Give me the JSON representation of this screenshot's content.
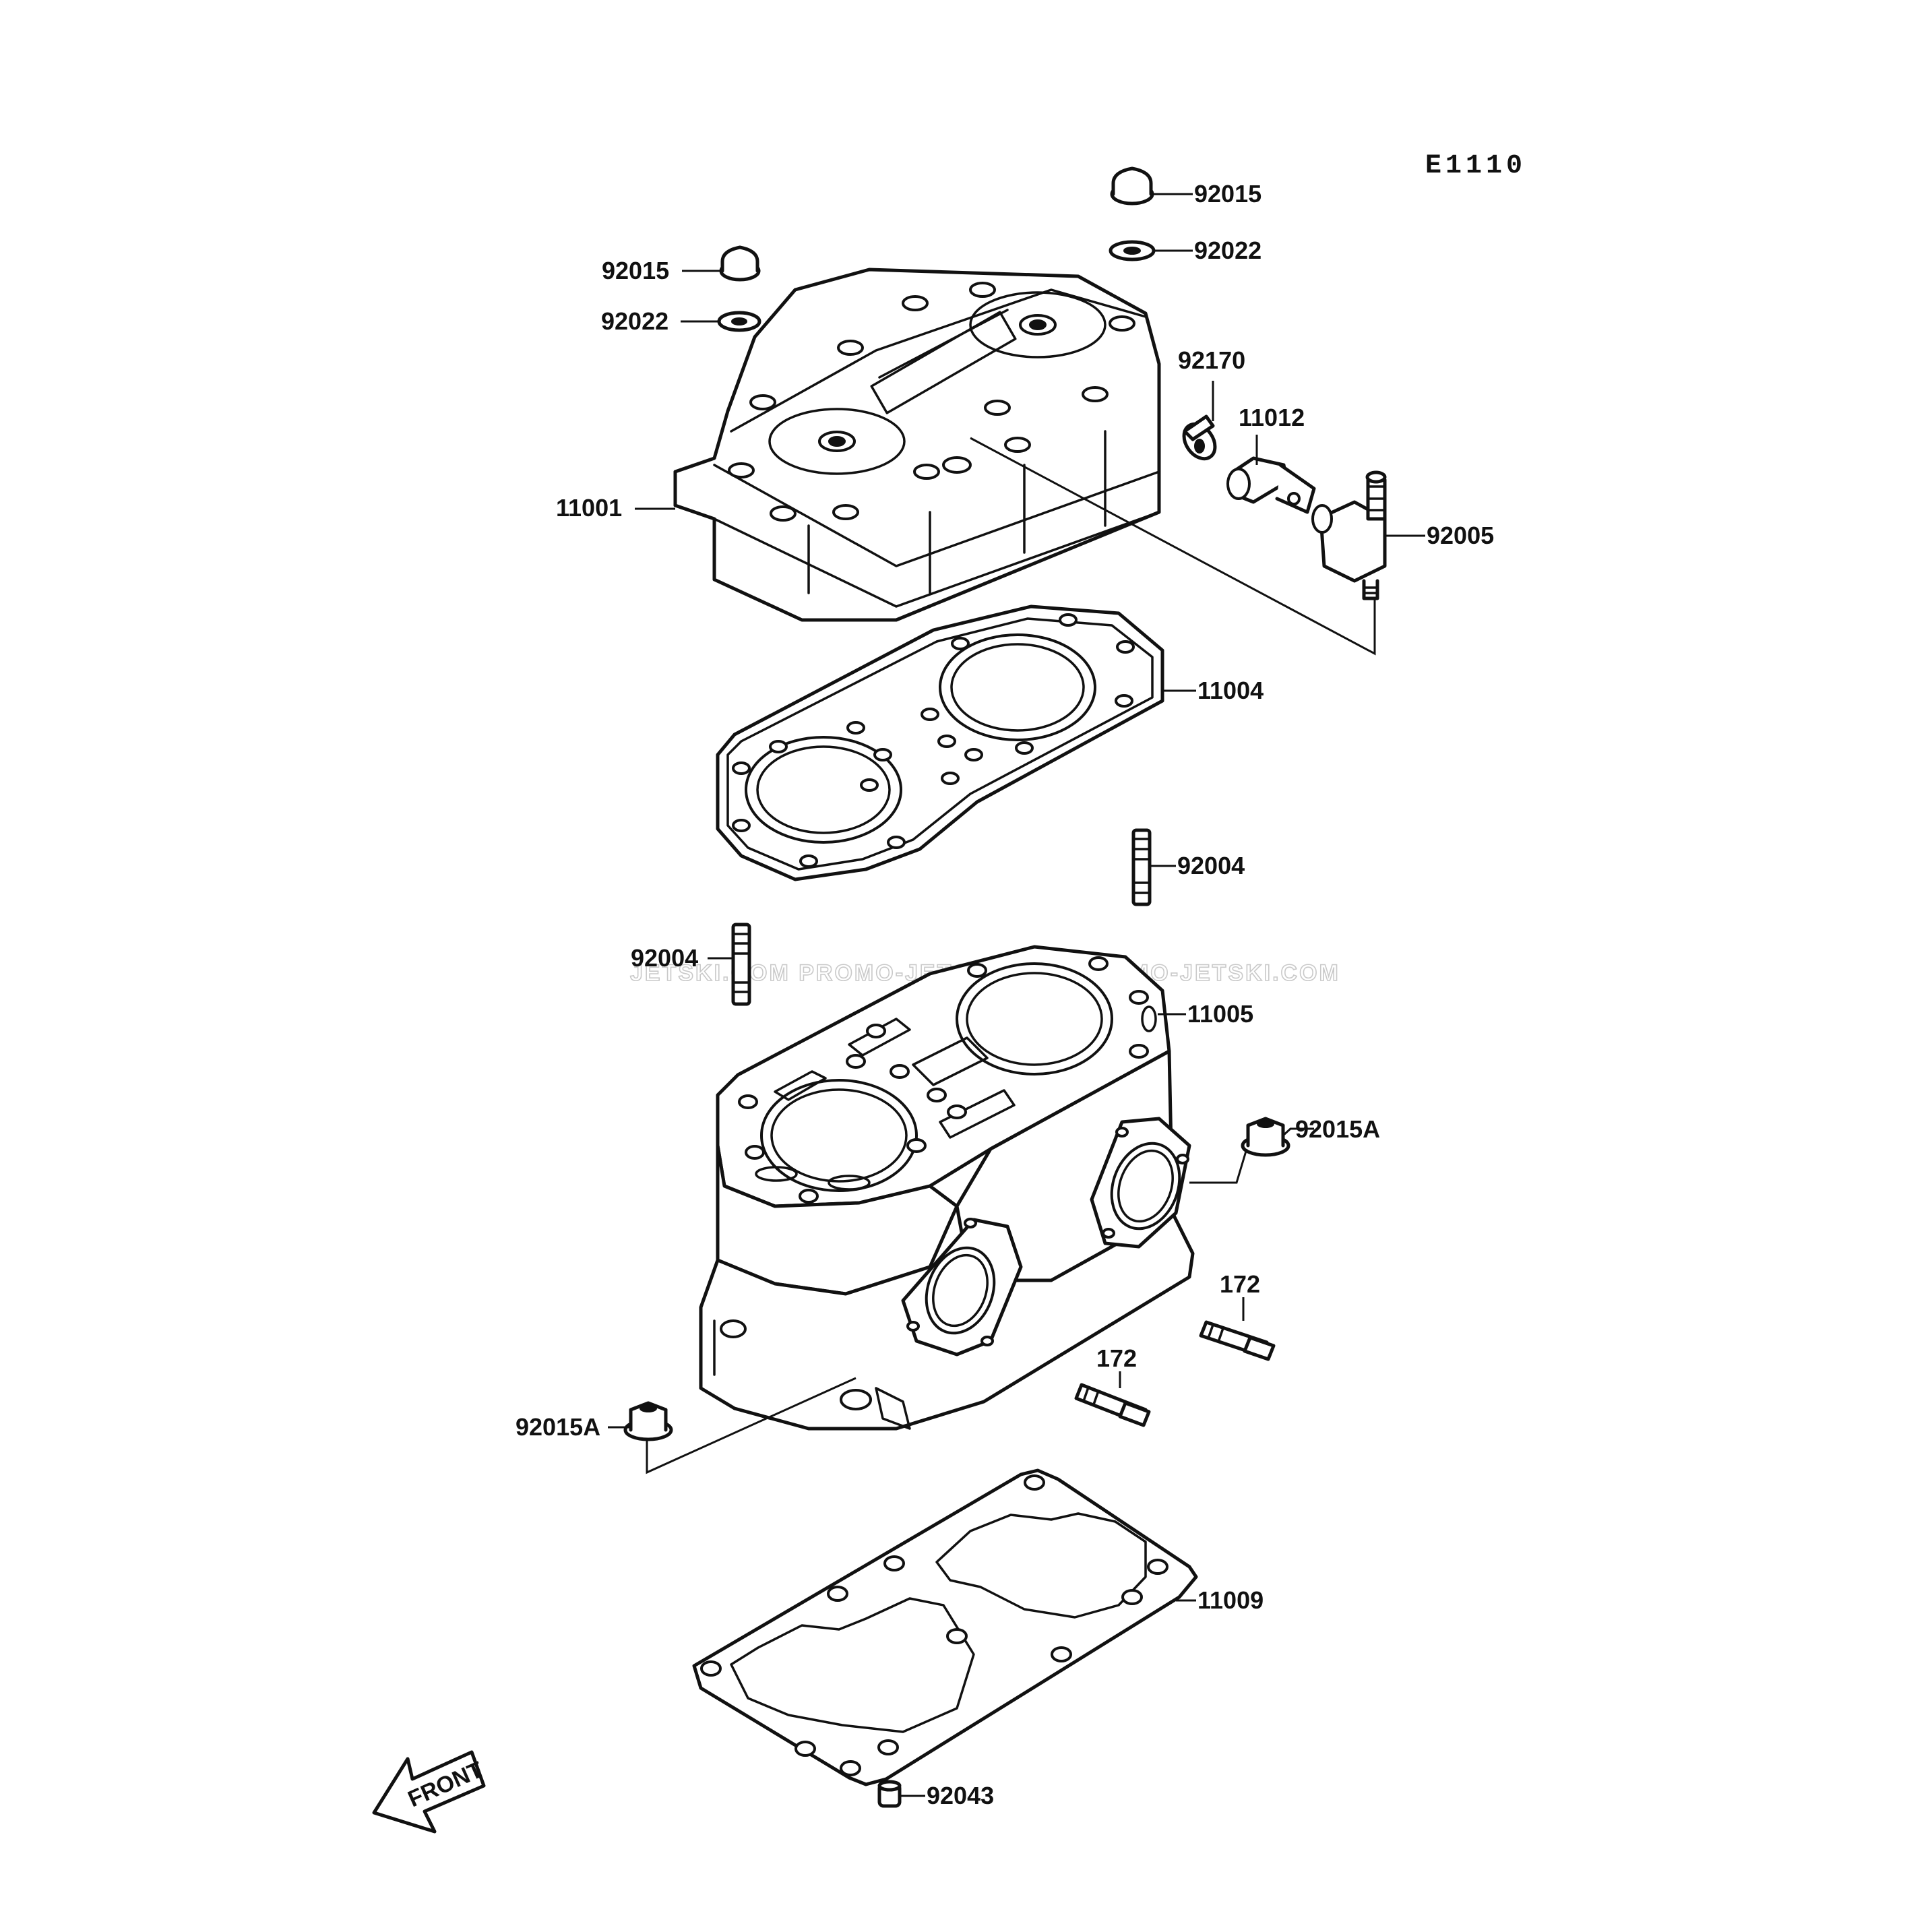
{
  "diagram": {
    "code": "E1110",
    "watermark": "JETSKI.COM   PROMO-JETSKI.COM   PROMO-JETSKI.COM",
    "front_label": "FRONT",
    "callouts": [
      "92015",
      "92022",
      "92015",
      "92022",
      "92170",
      "11012",
      "11001",
      "92005",
      "11004",
      "92004",
      "92004",
      "11005",
      "92015A",
      "172",
      "172",
      "92015A",
      "11009",
      "92043"
    ]
  }
}
